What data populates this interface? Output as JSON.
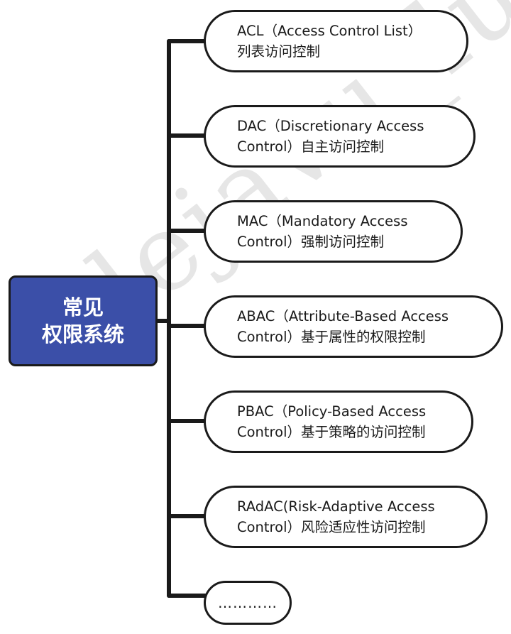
{
  "root": {
    "line1": "常见",
    "line2": "权限系统"
  },
  "children": [
    {
      "line1": "ACL（Access Control List）",
      "line2": "列表访问控制"
    },
    {
      "line1": "DAC（Discretionary Access",
      "line2": "Control）自主访问控制"
    },
    {
      "line1": "MAC（Mandatory Access",
      "line2": "Control）强制访问控制"
    },
    {
      "line1": "ABAC（Attribute-Based Access",
      "line2": "Control）基于属性的权限控制"
    },
    {
      "line1": "PBAC（Policy-Based Access",
      "line2": "Control）基于策略的访问控制"
    },
    {
      "line1": "RAdAC(Risk-Adaptive Access",
      "line2": "Control）风险适应性访问控制"
    },
    {
      "line1": "…………",
      "line2": ""
    }
  ],
  "watermark": "dejavu_luo",
  "colors": {
    "root_fill": "#3b4fa8",
    "stroke": "#1a1a1a",
    "node_fill": "#ffffff",
    "watermark": "#e6e6e6"
  }
}
